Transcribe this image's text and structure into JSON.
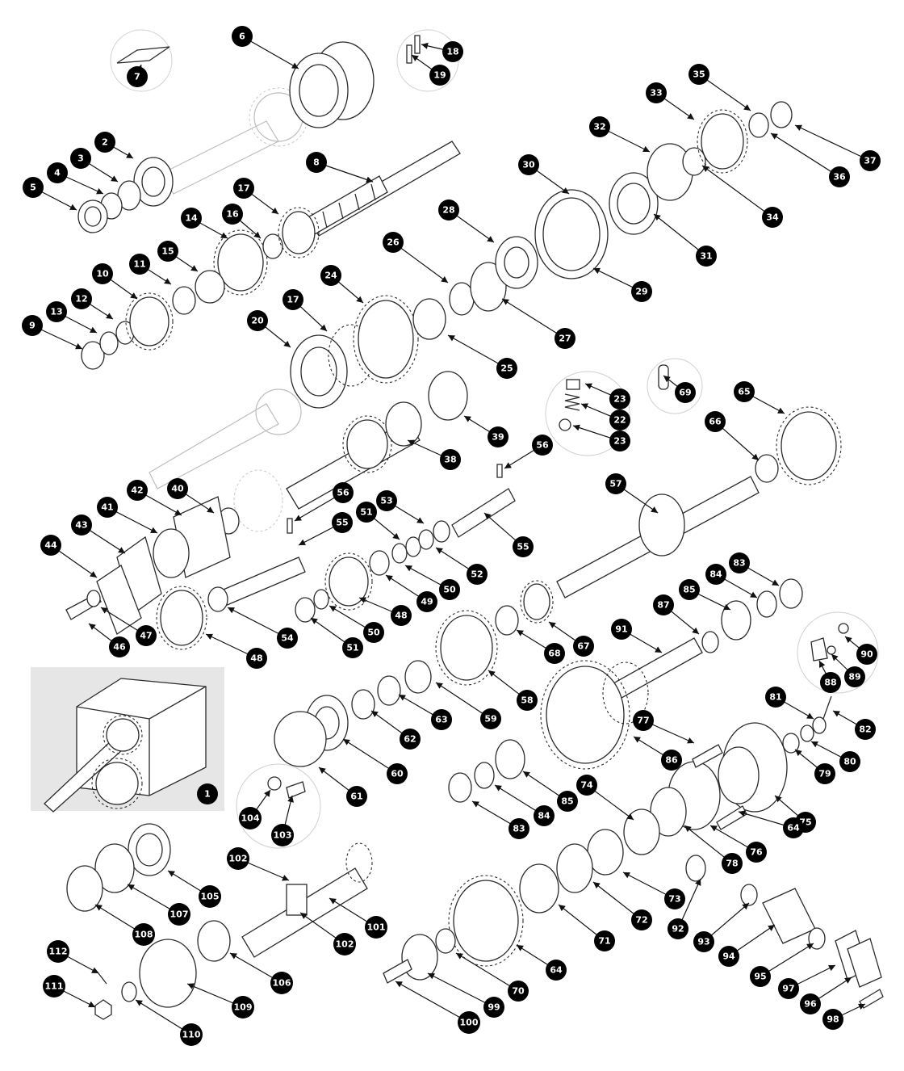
{
  "diagram": {
    "callouts": [
      {
        "label": "1"
      },
      {
        "label": "2"
      },
      {
        "label": "3"
      },
      {
        "label": "4"
      },
      {
        "label": "5"
      },
      {
        "label": "6"
      },
      {
        "label": "7"
      },
      {
        "label": "8"
      },
      {
        "label": "9"
      },
      {
        "label": "10"
      },
      {
        "label": "11"
      },
      {
        "label": "12"
      },
      {
        "label": "13"
      },
      {
        "label": "14"
      },
      {
        "label": "15"
      },
      {
        "label": "16"
      },
      {
        "label": "17"
      },
      {
        "label": "18"
      },
      {
        "label": "19"
      },
      {
        "label": "17"
      },
      {
        "label": "20"
      },
      {
        "label": "24"
      },
      {
        "label": "26"
      },
      {
        "label": "25"
      },
      {
        "label": "27"
      },
      {
        "label": "28"
      },
      {
        "label": "29"
      },
      {
        "label": "30"
      },
      {
        "label": "31"
      },
      {
        "label": "32"
      },
      {
        "label": "33"
      },
      {
        "label": "34"
      },
      {
        "label": "35"
      },
      {
        "label": "36"
      },
      {
        "label": "37"
      },
      {
        "label": "23"
      },
      {
        "label": "22"
      },
      {
        "label": "23"
      },
      {
        "label": "69"
      },
      {
        "label": "65"
      },
      {
        "label": "66"
      },
      {
        "label": "39"
      },
      {
        "label": "38"
      },
      {
        "label": "56"
      },
      {
        "label": "40"
      },
      {
        "label": "42"
      },
      {
        "label": "41"
      },
      {
        "label": "43"
      },
      {
        "label": "44"
      },
      {
        "label": "56"
      },
      {
        "label": "55"
      },
      {
        "label": "53"
      },
      {
        "label": "51"
      },
      {
        "label": "55"
      },
      {
        "label": "52"
      },
      {
        "label": "50"
      },
      {
        "label": "49"
      },
      {
        "label": "48"
      },
      {
        "label": "50"
      },
      {
        "label": "51"
      },
      {
        "label": "57"
      },
      {
        "label": "46"
      },
      {
        "label": "47"
      },
      {
        "label": "48"
      },
      {
        "label": "54"
      },
      {
        "label": "83"
      },
      {
        "label": "84"
      },
      {
        "label": "85"
      },
      {
        "label": "87"
      },
      {
        "label": "90"
      },
      {
        "label": "89"
      },
      {
        "label": "88"
      },
      {
        "label": "91"
      },
      {
        "label": "67"
      },
      {
        "label": "68"
      },
      {
        "label": "58"
      },
      {
        "label": "59"
      },
      {
        "label": "63"
      },
      {
        "label": "62"
      },
      {
        "label": "60"
      },
      {
        "label": "61"
      },
      {
        "label": "86"
      },
      {
        "label": "77"
      },
      {
        "label": "81"
      },
      {
        "label": "82"
      },
      {
        "label": "80"
      },
      {
        "label": "79"
      },
      {
        "label": "75"
      },
      {
        "label": "83"
      },
      {
        "label": "84"
      },
      {
        "label": "85"
      },
      {
        "label": "74"
      },
      {
        "label": "76"
      },
      {
        "label": "64"
      },
      {
        "label": "78"
      },
      {
        "label": "73"
      },
      {
        "label": "72"
      },
      {
        "label": "71"
      },
      {
        "label": "92"
      },
      {
        "label": "93"
      },
      {
        "label": "94"
      },
      {
        "label": "95"
      },
      {
        "label": "97"
      },
      {
        "label": "96"
      },
      {
        "label": "98"
      },
      {
        "label": "64"
      },
      {
        "label": "70"
      },
      {
        "label": "99"
      },
      {
        "label": "100"
      },
      {
        "label": "104"
      },
      {
        "label": "103"
      },
      {
        "label": "102"
      },
      {
        "label": "101"
      },
      {
        "label": "102"
      },
      {
        "label": "105"
      },
      {
        "label": "107"
      },
      {
        "label": "108"
      },
      {
        "label": "106"
      },
      {
        "label": "109"
      },
      {
        "label": "112"
      },
      {
        "label": "111"
      },
      {
        "label": "110"
      }
    ]
  }
}
